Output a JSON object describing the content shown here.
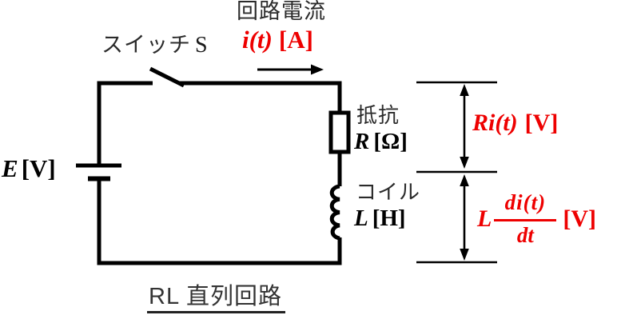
{
  "colors": {
    "red": "#ee0000",
    "ink": "#000000",
    "jp_text": "#2b2b2b",
    "title_text": "#333333"
  },
  "labels": {
    "current_name": "回路電流",
    "current_var": "i(t)",
    "current_unit": "[A]",
    "switch_name": "スイッチ",
    "switch_symbol": "S",
    "source_var": "E",
    "source_unit": "[V]",
    "resistor_name": "抵抗",
    "resistor_var": "R",
    "resistor_unit": "[Ω]",
    "coil_name": "コイル",
    "coil_var": "L",
    "coil_unit": "[H]",
    "resistor_voltage_var": "Ri(t)",
    "resistor_voltage_unit": "[V]",
    "inductor_voltage_coef": "L",
    "inductor_voltage_numerator": "di(t)",
    "inductor_voltage_denominator": "dt",
    "inductor_voltage_unit": "[V]",
    "title": "RL 直列回路"
  }
}
